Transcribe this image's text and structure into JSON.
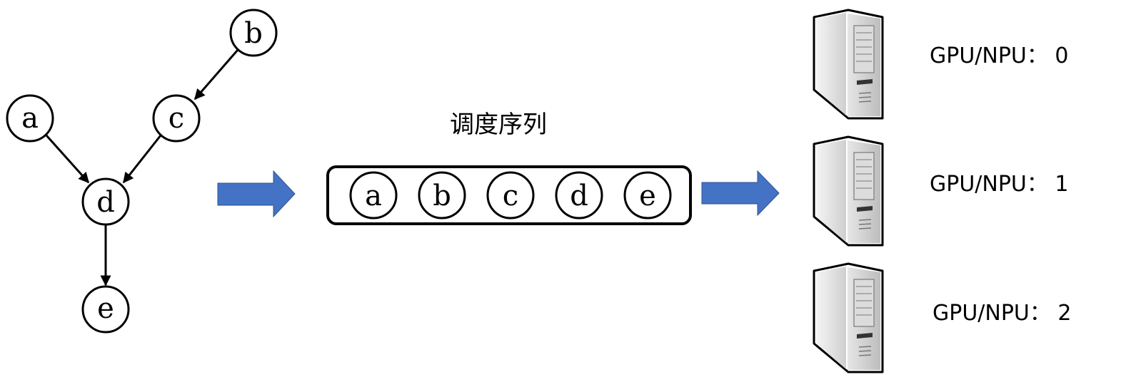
{
  "graph": {
    "nodes": [
      "a",
      "b",
      "c",
      "d",
      "e"
    ],
    "edges": [
      [
        "b",
        "c"
      ],
      [
        "a",
        "d"
      ],
      [
        "c",
        "d"
      ],
      [
        "d",
        "e"
      ]
    ]
  },
  "sequence": {
    "title": "调度序列",
    "items": [
      "a",
      "b",
      "c",
      "d",
      "e"
    ]
  },
  "servers": [
    {
      "label": "GPU/NPU：  0"
    },
    {
      "label": "GPU/NPU：  1"
    },
    {
      "label": "GPU/NPU：  2"
    }
  ],
  "colors": {
    "arrow": "#4472c4",
    "stroke": "#000000",
    "server_light": "#f2f2f2",
    "server_mid": "#d0d0d0",
    "server_dark": "#a6a6a6"
  }
}
